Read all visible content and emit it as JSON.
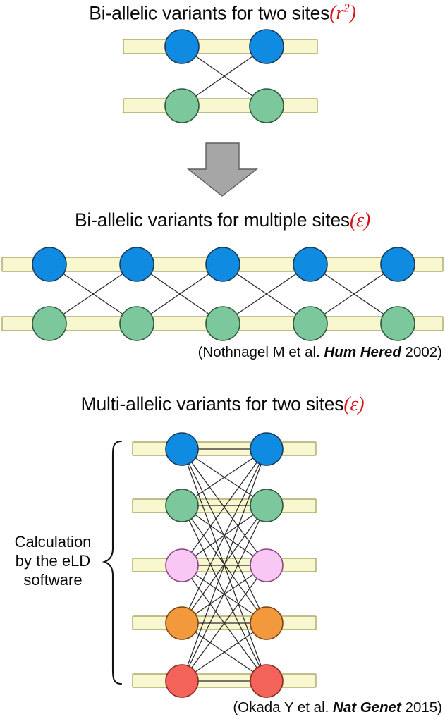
{
  "figure": {
    "type": "diagram",
    "description": "Schematic of linkage disequilibrium measures for bi-allelic and multi-allelic variants",
    "background_color": "#ffffff",
    "accent_color": "#d9131a"
  },
  "sections": [
    {
      "id": "two-site-biallelic",
      "title_text": "Bi-allelic variants for two sites",
      "title_symbol_open": "(",
      "title_symbol": "r",
      "title_symbol_sup": "2",
      "title_symbol_close": ")",
      "sites": 2,
      "alleles_per_site": 2,
      "allele_colors": [
        "#0f8ce2",
        "#7cc79c"
      ],
      "edges": 2,
      "citation": null
    },
    {
      "id": "multi-site-biallelic",
      "title_text": "Bi-allelic variants for multiple sites",
      "title_symbol_open": "(",
      "title_symbol": "ε",
      "title_symbol_sup": "",
      "title_symbol_close": ")",
      "sites": 5,
      "alleles_per_site": 2,
      "allele_colors": [
        "#0f8ce2",
        "#7cc79c"
      ],
      "edges": 8,
      "citation": {
        "prefix": "(Nothnagel M et al. ",
        "journal": "Hum Hered",
        "suffix": " 2002)"
      }
    },
    {
      "id": "two-site-multiallelic",
      "title_text": "Multi-allelic variants for two sites",
      "title_symbol_open": "(",
      "title_symbol": "ε",
      "title_symbol_sup": "",
      "title_symbol_close": ")",
      "sites": 2,
      "alleles_per_site": 5,
      "allele_colors": [
        "#0f8ce2",
        "#7cc79c",
        "#f8c7f4",
        "#f3993d",
        "#f4635a"
      ],
      "edges": 25,
      "bracket_label_lines": [
        "Calculation",
        "by the eLD",
        "software"
      ],
      "bracket_label_full": "Calculation by the eLD software",
      "citation": {
        "prefix": "(Okada Y et al. ",
        "journal": "Nat Genet",
        "suffix": " 2015)"
      }
    }
  ],
  "arrow": {
    "name": "down-arrow",
    "direction": "down",
    "fill": "#a6a6a6",
    "stroke": "#5e5e5e"
  },
  "haplotype_bar": {
    "fill": "#f9f7cf",
    "stroke": "#9d9b52"
  }
}
